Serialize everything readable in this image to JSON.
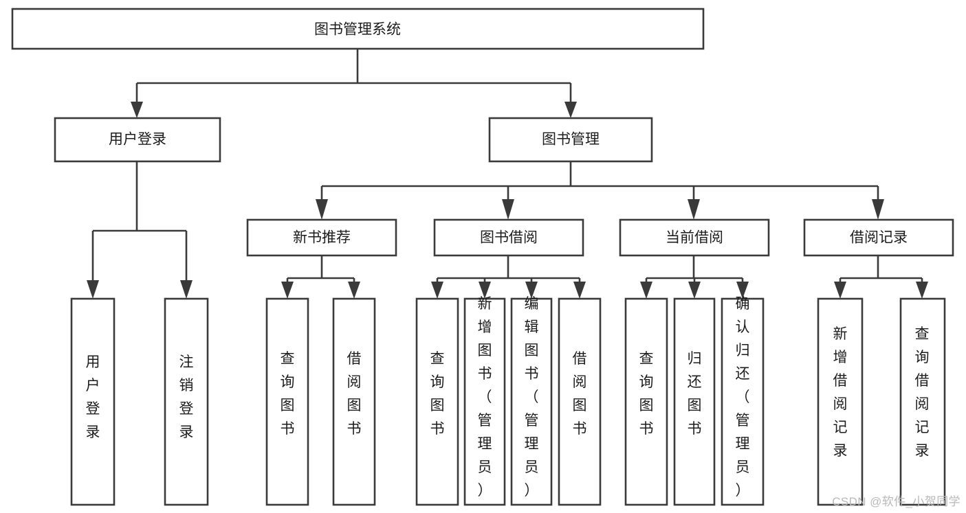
{
  "diagram": {
    "type": "tree-hierarchy",
    "title": "图书管理系统",
    "watermark": "CSDN @软件_小贺同学",
    "colors": {
      "stroke": "#3a3a3a",
      "box_fill": "#ffffff",
      "text": "#1c1c1c",
      "background": "#ffffff",
      "watermark": "#b9b9b9"
    },
    "levels": {
      "root": {
        "label": "图书管理系统"
      },
      "level2": [
        {
          "label": "用户登录"
        },
        {
          "label": "图书管理"
        }
      ],
      "level3": [
        {
          "label": "新书推荐"
        },
        {
          "label": "图书借阅"
        },
        {
          "label": "当前借阅"
        },
        {
          "label": "借阅记录"
        }
      ],
      "leaves": {
        "user_login": [
          {
            "label": "用户登录"
          },
          {
            "label": "注销登录"
          }
        ],
        "new_book_recommend": [
          {
            "label": "查询图书"
          },
          {
            "label": "借阅图书"
          }
        ],
        "book_borrow": [
          {
            "label": "查询图书"
          },
          {
            "label": "新增图书（管理员）"
          },
          {
            "label": "编辑图书（管理员）"
          },
          {
            "label": "借阅图书"
          }
        ],
        "current_borrow": [
          {
            "label": "查询图书"
          },
          {
            "label": "归还图书"
          },
          {
            "label": "确认归还（管理员）"
          }
        ],
        "borrow_records": [
          {
            "label": "新增借阅记录"
          },
          {
            "label": "查询借阅记录"
          }
        ]
      }
    }
  },
  "chart_data": {
    "type": "table",
    "title": "图书管理系统",
    "nodes": [
      {
        "id": "root",
        "label": "图书管理系统",
        "level": 0,
        "parent": null
      },
      {
        "id": "n1",
        "label": "用户登录",
        "level": 1,
        "parent": "root"
      },
      {
        "id": "n2",
        "label": "图书管理",
        "level": 1,
        "parent": "root"
      },
      {
        "id": "n1a",
        "label": "用户登录",
        "level": 2,
        "parent": "n1"
      },
      {
        "id": "n1b",
        "label": "注销登录",
        "level": 2,
        "parent": "n1"
      },
      {
        "id": "n2a",
        "label": "新书推荐",
        "level": 2,
        "parent": "n2"
      },
      {
        "id": "n2b",
        "label": "图书借阅",
        "level": 2,
        "parent": "n2"
      },
      {
        "id": "n2c",
        "label": "当前借阅",
        "level": 2,
        "parent": "n2"
      },
      {
        "id": "n2d",
        "label": "借阅记录",
        "level": 2,
        "parent": "n2"
      },
      {
        "id": "n2a1",
        "label": "查询图书",
        "level": 3,
        "parent": "n2a"
      },
      {
        "id": "n2a2",
        "label": "借阅图书",
        "level": 3,
        "parent": "n2a"
      },
      {
        "id": "n2b1",
        "label": "查询图书",
        "level": 3,
        "parent": "n2b"
      },
      {
        "id": "n2b2",
        "label": "新增图书（管理员）",
        "level": 3,
        "parent": "n2b"
      },
      {
        "id": "n2b3",
        "label": "编辑图书（管理员）",
        "level": 3,
        "parent": "n2b"
      },
      {
        "id": "n2b4",
        "label": "借阅图书",
        "level": 3,
        "parent": "n2b"
      },
      {
        "id": "n2c1",
        "label": "查询图书",
        "level": 3,
        "parent": "n2c"
      },
      {
        "id": "n2c2",
        "label": "归还图书",
        "level": 3,
        "parent": "n2c"
      },
      {
        "id": "n2c3",
        "label": "确认归还（管理员）",
        "level": 3,
        "parent": "n2c"
      },
      {
        "id": "n2d1",
        "label": "新增借阅记录",
        "level": 3,
        "parent": "n2d"
      },
      {
        "id": "n2d2",
        "label": "查询借阅记录",
        "level": 3,
        "parent": "n2d"
      }
    ]
  }
}
